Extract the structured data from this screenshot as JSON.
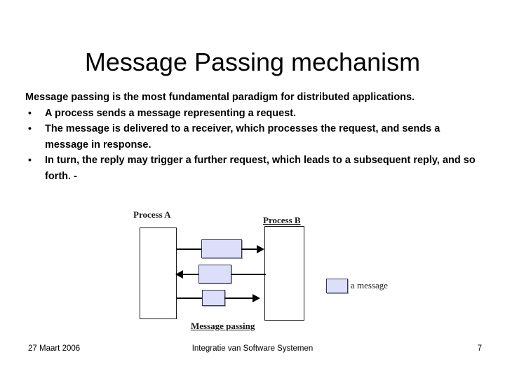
{
  "slide": {
    "title": "Message Passing mechanism",
    "lead_paragraph": "Message passing is the most fundamental paradigm for distributed applications.",
    "bullet_marker": "•",
    "bullets": [
      "A process sends a message representing a request.",
      "The message is delivered to a receiver, which processes the request, and sends a  message in response.",
      "In turn, the reply may trigger a further request, which leads to a subsequent reply, and so forth. -"
    ]
  },
  "diagram": {
    "caption": "Message passing",
    "process_a_label": "Process A",
    "process_b_label": "Process B",
    "legend_label": "a message",
    "message_color": "#dddffa",
    "message_border_color": "#33335c",
    "line_color": "#000000",
    "messages": [
      {
        "id": "msg-1",
        "direction": "a-to-b"
      },
      {
        "id": "msg-2",
        "direction": "b-to-a"
      },
      {
        "id": "msg-3",
        "direction": "a-to-b"
      }
    ]
  },
  "footer": {
    "date": "27 Maart 2006",
    "course": "Integratie van Software Systemen",
    "page_number": "7"
  }
}
